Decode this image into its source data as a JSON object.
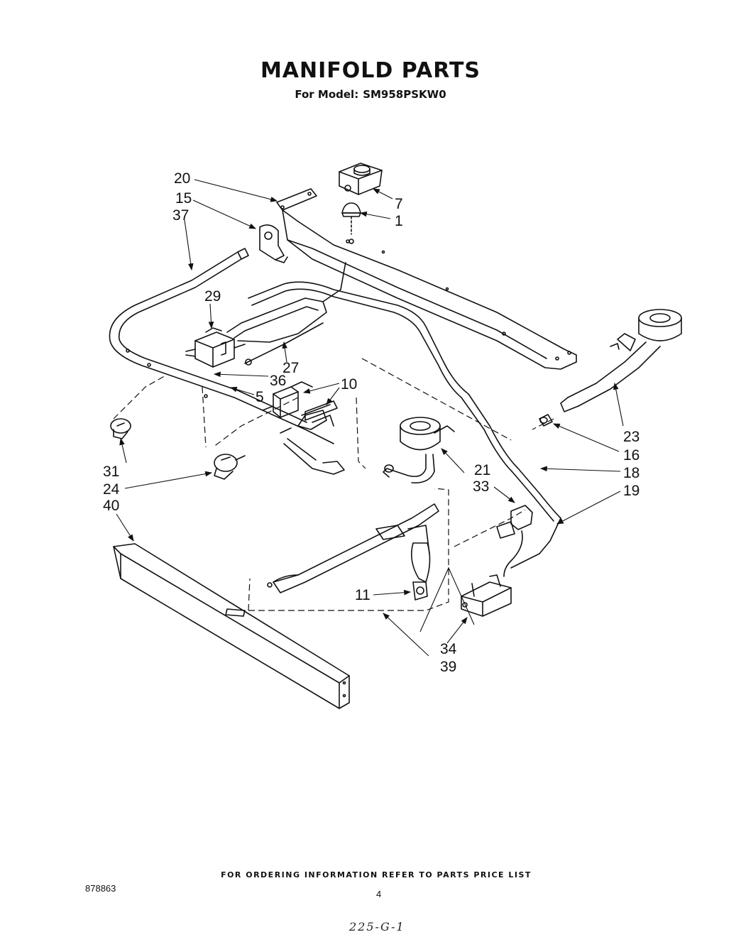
{
  "header": {
    "title": "MANIFOLD PARTS",
    "model_label": "For Model:",
    "model_value": "SM958PSKW0"
  },
  "callouts": [
    "20",
    "15",
    "37",
    "7",
    "1",
    "29",
    "27",
    "36",
    "5",
    "10",
    "31",
    "24",
    "40",
    "21",
    "33",
    "23",
    "16",
    "18",
    "19",
    "11",
    "34",
    "39"
  ],
  "footer": {
    "ordering_info": "FOR ORDERING INFORMATION REFER TO PARTS PRICE LIST",
    "doc_number": "878863",
    "page_number": "4",
    "handwritten_note": "225-G-1"
  }
}
